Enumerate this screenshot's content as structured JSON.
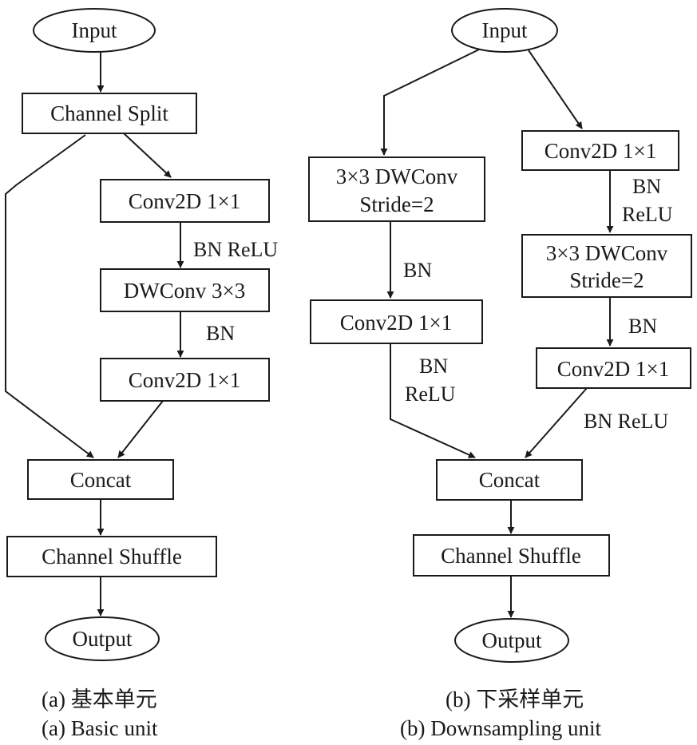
{
  "basic_unit": {
    "input": "Input",
    "channel_split": "Channel Split",
    "conv1": "Conv2D 1×1",
    "bn_relu_1": "BN ReLU",
    "dwconv": "DWConv 3×3",
    "bn_1": "BN",
    "conv2": "Conv2D 1×1",
    "concat": "Concat",
    "channel_shuffle": "Channel Shuffle",
    "output": "Output",
    "caption_cn": "(a) 基本单元",
    "caption_en": "(a) Basic unit"
  },
  "downsampling_unit": {
    "input": "Input",
    "left_dwconv_line1": "3×3 DWConv",
    "left_dwconv_line2": "Stride=2",
    "left_bn": "BN",
    "left_conv": "Conv2D 1×1",
    "left_bn_relu_line1": "BN",
    "left_bn_relu_line2": "ReLU",
    "right_conv1": "Conv2D 1×1",
    "right_bn_relu_line1": "BN",
    "right_bn_relu_line2": "ReLU",
    "right_dwconv_line1": "3×3 DWConv",
    "right_dwconv_line2": "Stride=2",
    "right_bn": "BN",
    "right_conv2": "Conv2D 1×1",
    "right_bn_relu": "BN ReLU",
    "concat": "Concat",
    "channel_shuffle": "Channel Shuffle",
    "output": "Output",
    "caption_cn": "(b) 下采样单元",
    "caption_en": "(b) Downsampling unit"
  }
}
